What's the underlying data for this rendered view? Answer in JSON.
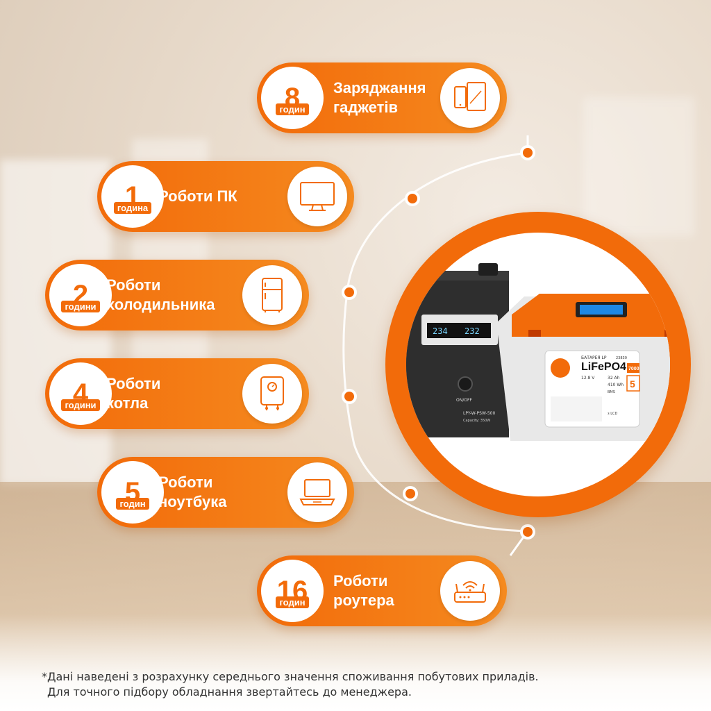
{
  "items": [
    {
      "number": "8",
      "unit": "годин",
      "label_line1": "Заряджання",
      "label_line2": "гаджетів",
      "icon": "tablet-phone-icon"
    },
    {
      "number": "1",
      "unit": "година",
      "label_line1": "Роботи ПК",
      "label_line2": "",
      "icon": "monitor-icon"
    },
    {
      "number": "2",
      "unit": "години",
      "label_line1": "Роботи",
      "label_line2": "холодильника",
      "icon": "fridge-icon"
    },
    {
      "number": "4",
      "unit": "години",
      "label_line1": "Роботи",
      "label_line2": "котла",
      "icon": "boiler-icon"
    },
    {
      "number": "5",
      "unit": "годин",
      "label_line1": "Роботи",
      "label_line2": "ноутбука",
      "icon": "laptop-icon"
    },
    {
      "number": "16",
      "unit": "годин",
      "label_line1": "Роботи",
      "label_line2": "роутера",
      "icon": "router-icon"
    }
  ],
  "product": {
    "inverter": {
      "display_left": "234",
      "display_right": "232",
      "switch_label": "ON/OFF",
      "model": "LPY-W-PSW-500",
      "capacity": "Capacity: 350W"
    },
    "battery": {
      "brand_line": "БАТАРЕЯ LP",
      "chemistry": "LiFePO4",
      "voltage": "12.8 V",
      "capacity_ah": "32 Ah",
      "energy": "410 Wh",
      "code": "23830",
      "cycles": "7000",
      "warranty": "5",
      "bms_line": "BMS",
      "display_type": "з LCD"
    }
  },
  "footnote": {
    "line1": "*Дані наведені з розрахунку середнього значення споживання побутових приладів.",
    "line2": "Для точного підбору обладнання звертайтесь до менеджера."
  },
  "colors": {
    "accent": "#f26b0a",
    "accent_light": "#f58a1f",
    "white": "#ffffff"
  }
}
